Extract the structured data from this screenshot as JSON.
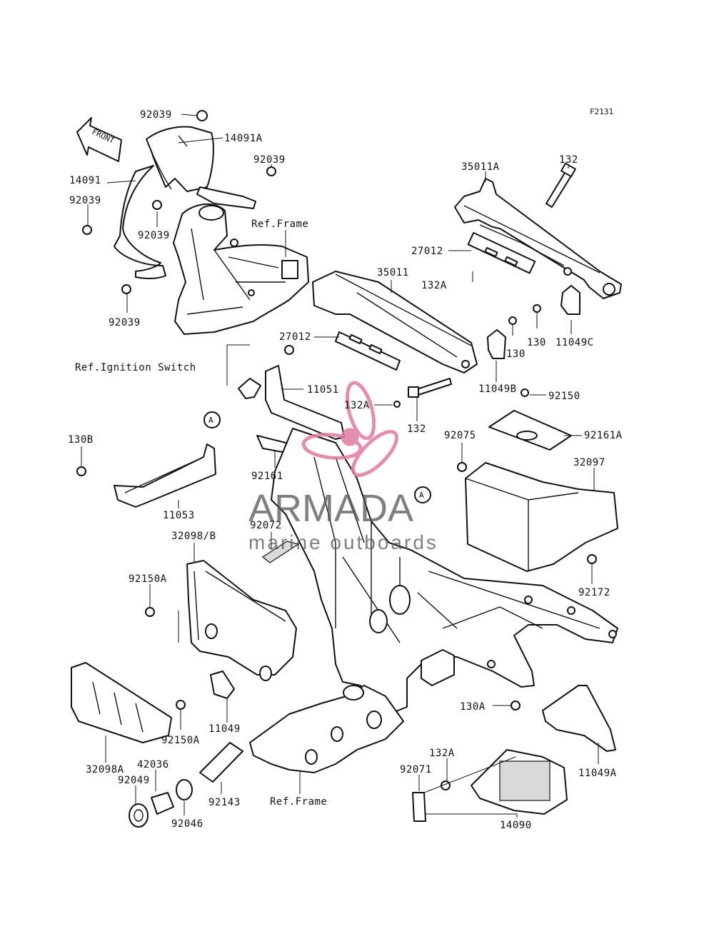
{
  "figure_code": "F2131",
  "front_arrow_text": "FRONT",
  "callout_marker": "A",
  "watermark": {
    "brand": "ARMADA",
    "tagline": "marine outboards",
    "logo_color": "#e07aa0"
  },
  "labels": {
    "p92039_top": "92039",
    "p14091A": "14091A",
    "p92039_mid": "92039",
    "p14091": "14091",
    "p92039_left": "92039",
    "p92039_center": "92039",
    "p92039_bottom": "92039",
    "ref_frame_top": "Ref.Frame",
    "ref_ignition": "Ref.Ignition Switch",
    "p35011A": "35011A",
    "p132_top": "132",
    "p27012_top": "27012",
    "p132A_top": "132A",
    "p35011": "35011",
    "p130_a": "130",
    "p130_b": "130",
    "p11049C": "11049C",
    "p27012_mid": "27012",
    "p11051": "11051",
    "p11049B": "11049B",
    "p132A_mid": "132A",
    "p92150": "92150",
    "p132_mid": "132",
    "p130B": "130B",
    "p92075": "92075",
    "p92161A": "92161A",
    "p32097": "32097",
    "p92161": "92161",
    "p11053": "11053",
    "p32098B": "32098/B",
    "p92072": "92072",
    "p92172": "92172",
    "p92150A_top": "92150A",
    "p130A": "130A",
    "p11049": "11049",
    "p92150A_bot": "92150A",
    "p132A_bot": "132A",
    "p32098A": "32098A",
    "p42036": "42036",
    "p92049": "92049",
    "p92143": "92143",
    "p92071": "92071",
    "p11049A": "11049A",
    "ref_frame_bottom": "Ref.Frame",
    "p92046": "92046",
    "p14090": "14090"
  }
}
